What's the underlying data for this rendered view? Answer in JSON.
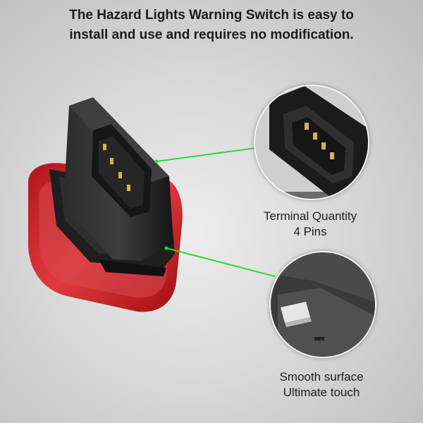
{
  "headline": {
    "line1": "The Hazard Lights Warning Switch is easy to",
    "line2": "install and use and requires no modification."
  },
  "callouts": [
    {
      "icon": "connector-pins-closeup",
      "line1": "Terminal Quantity",
      "line2": "4 Pins"
    },
    {
      "icon": "switch-surface-closeup",
      "line1": "Smooth surface",
      "line2": "Ultimate touch"
    }
  ],
  "colors": {
    "switch_red": "#c8141e",
    "connector_black": "#1c1c1c",
    "pin_gold": "#d7b24a",
    "callout_line_green": "#2bd93a"
  }
}
